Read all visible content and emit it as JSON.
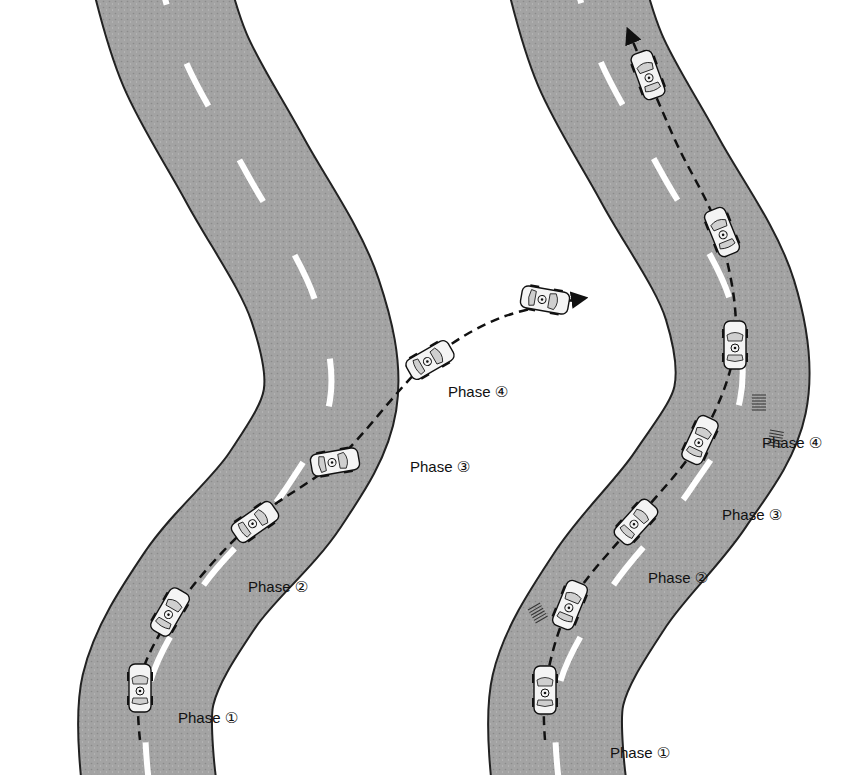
{
  "diagram": {
    "labels": [
      "Phase ①",
      "Phase ②",
      "Phase ③",
      "Phase ④",
      "Phase ①",
      "Phase ②",
      "Phase ③",
      "Phase ④"
    ]
  }
}
